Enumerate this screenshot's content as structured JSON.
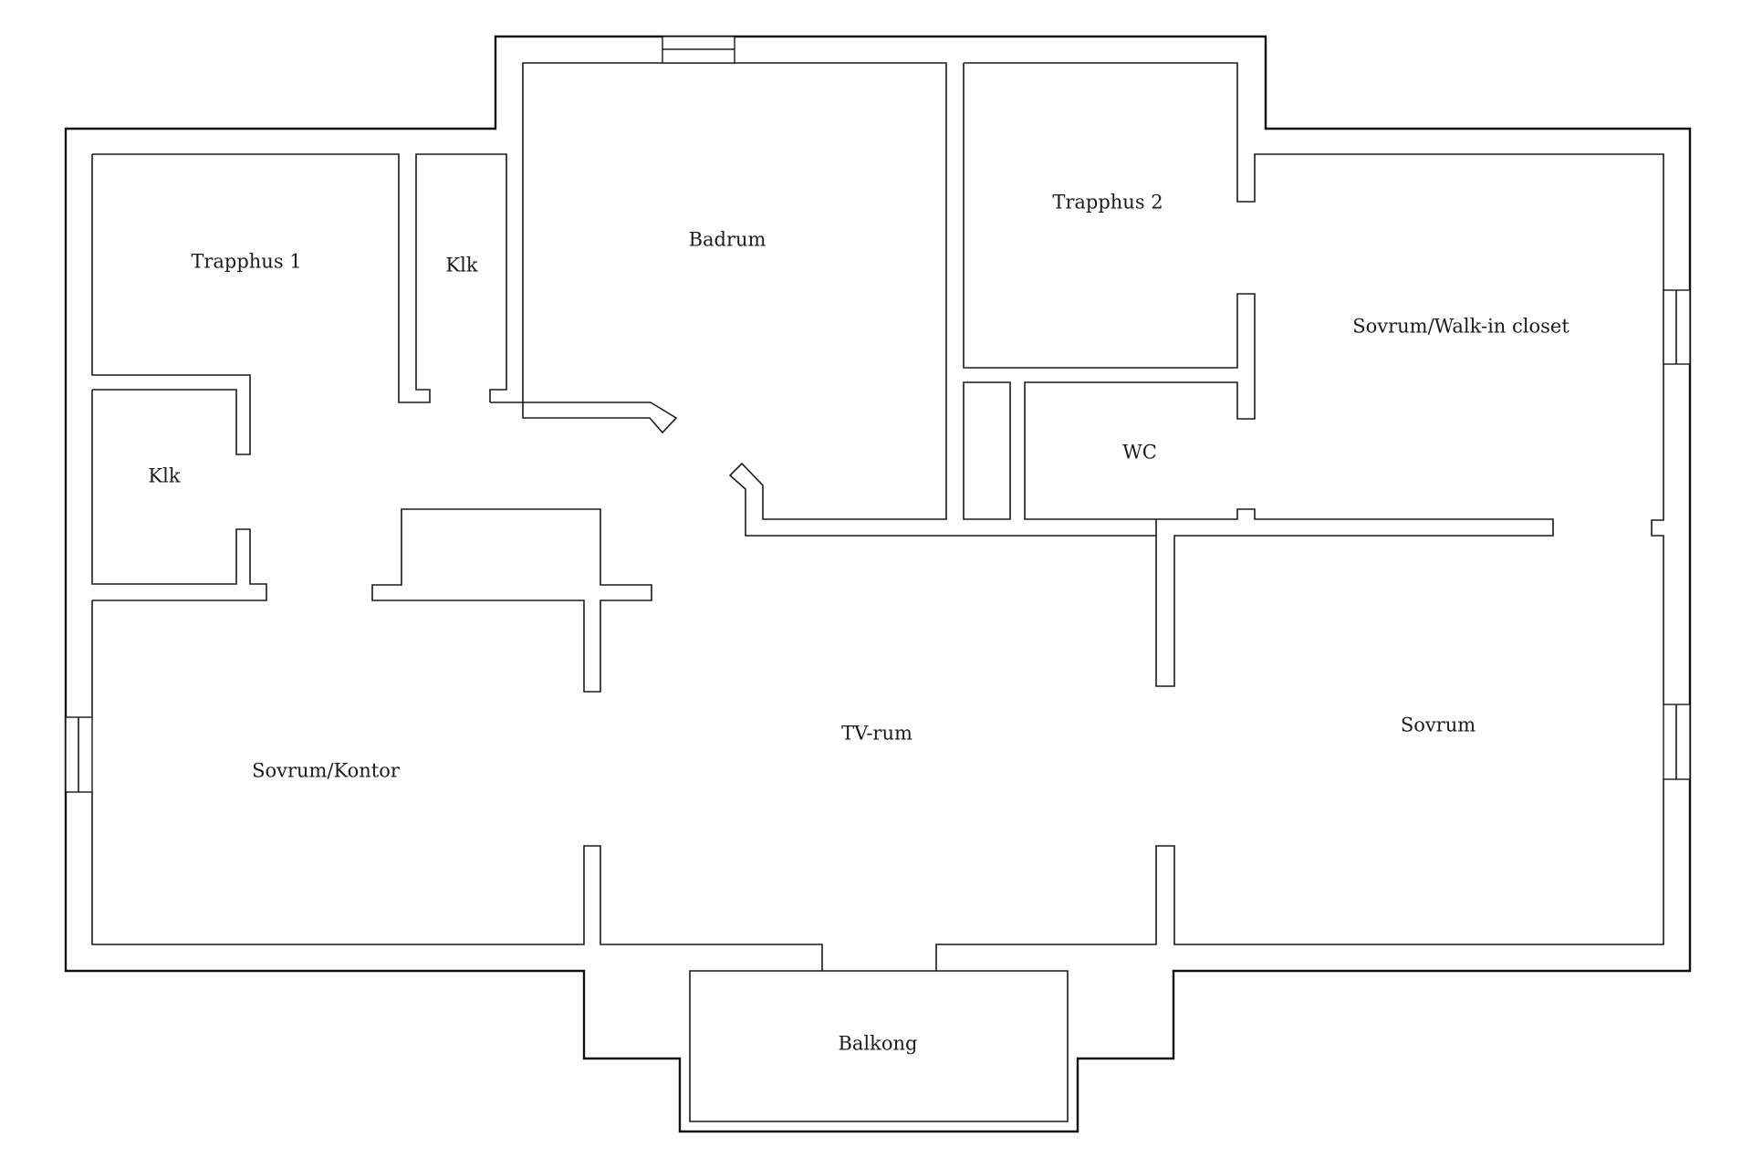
{
  "rooms": {
    "trapphus1": "Trapphus 1",
    "klk_top": "Klk",
    "badrum": "Badrum",
    "trapphus2": "Trapphus 2",
    "walkin": "Sovrum/Walk-in closet",
    "klk_left": "Klk",
    "wc": "WC",
    "tvrum": "TV-rum",
    "sovrum_kontor": "Sovrum/Kontor",
    "sovrum": "Sovrum",
    "balkong": "Balkong"
  },
  "colors": {
    "line": "#1a1a1a",
    "background": "#ffffff"
  }
}
